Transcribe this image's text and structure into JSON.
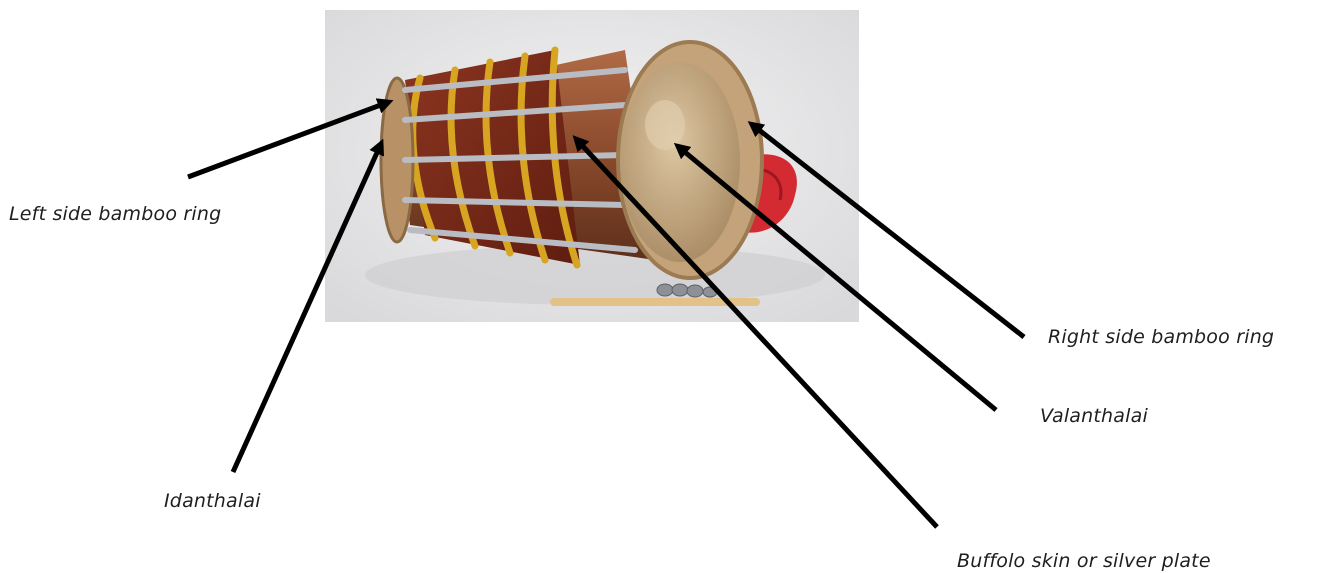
{
  "image": {
    "subject": "thavil drum photograph",
    "colors": {
      "background": "#e9e9ea",
      "velvet": "#7a2a18",
      "gold": "#d8a522",
      "wood": "#8a4a2c",
      "skin": "#cbb08a",
      "steel": "#b9bcc2",
      "cloth": "#d42a32"
    }
  },
  "labels": {
    "left_ring": "Left side bamboo ring",
    "idanthalai": "Idanthalai",
    "buffalo_skin": "Buffolo skin or silver plate",
    "valanthalai": "Valanthalai",
    "right_ring": "Right side bamboo ring"
  },
  "arrow_color": "#000000"
}
